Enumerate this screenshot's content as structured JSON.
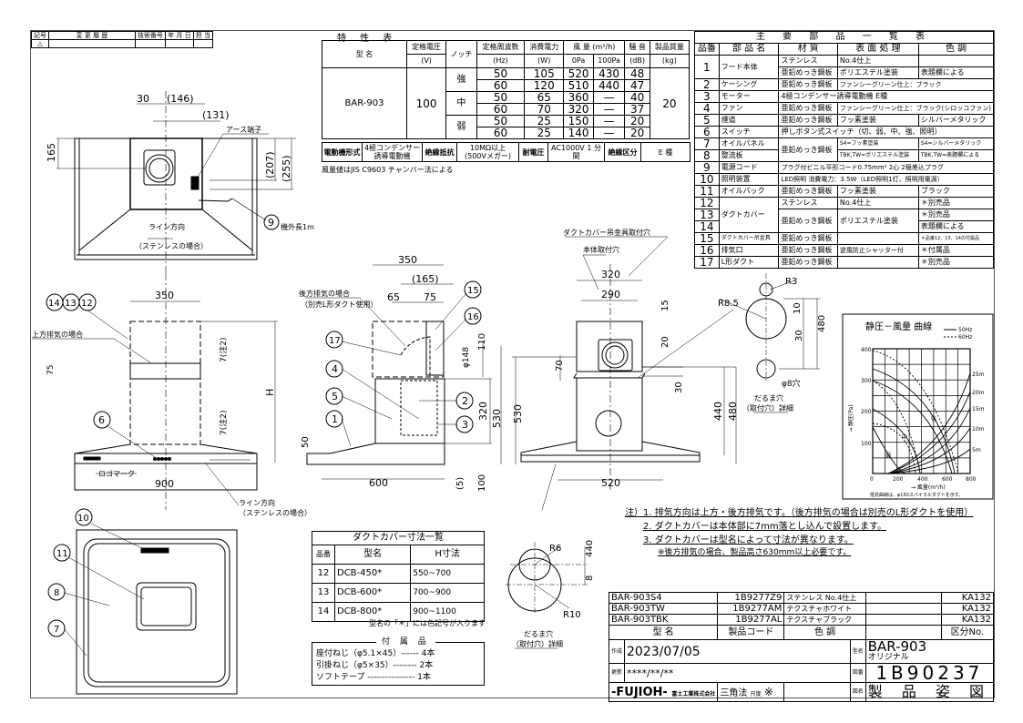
{
  "revision_block": {
    "headers": [
      "記号",
      "変 更 履 歴",
      "技術番号",
      "年 月 日",
      "担 当"
    ],
    "mark": "△"
  },
  "characteristics": {
    "title": "特 性 表",
    "headers": {
      "model": "型 名",
      "voltage": "定格電圧",
      "voltage_unit": "(V)",
      "notch": "ノッチ",
      "freq": "定格周波数",
      "freq_unit": "(Hz)",
      "power": "消費電力",
      "power_unit": "(W)",
      "airflow": "風 量 (m³/h)",
      "pa0": "0Pa",
      "pa100": "100Pa",
      "noise": "騒 音",
      "noise_unit": "(dB)",
      "weight": "製品質量",
      "weight_unit": "(kg)"
    },
    "model": "BAR-903",
    "voltage": "100",
    "weight": "20",
    "rows": [
      {
        "notch": "強",
        "hz": "50",
        "w": "105",
        "q0": "520",
        "q100": "430",
        "db": "48"
      },
      {
        "notch": "強",
        "hz": "60",
        "w": "120",
        "q0": "510",
        "q100": "440",
        "db": "47"
      },
      {
        "notch": "中",
        "hz": "50",
        "w": "65",
        "q0": "360",
        "q100": "—",
        "db": "40"
      },
      {
        "notch": "中",
        "hz": "60",
        "w": "70",
        "q0": "320",
        "q100": "—",
        "db": "37"
      },
      {
        "notch": "弱",
        "hz": "50",
        "w": "25",
        "q0": "150",
        "q100": "—",
        "db": "20"
      },
      {
        "notch": "弱",
        "hz": "60",
        "w": "25",
        "q0": "140",
        "q100": "—",
        "db": "20"
      }
    ],
    "spec": [
      "電動機形式",
      "4極コンデンサー誘導電動機",
      "絶縁抵抗",
      "10MΩ以上 (500Vメガー)",
      "耐電圧",
      "AC1000V 1 分 間",
      "絶縁区分",
      "E 種"
    ],
    "footnote": "風量値はJIS C9603 チャンバー法による"
  },
  "parts": {
    "title": "主 要 部 品 一 覧 表",
    "headers": [
      "品番",
      "部 品 名",
      "材 質",
      "表 面 処 理",
      "色 調"
    ],
    "items": [
      {
        "no": "1",
        "name": "フード本体",
        "mat": "ステンレス",
        "surf": "No.4仕上",
        "color": "",
        "mat2": "亜鉛めっき鋼板",
        "surf2": "ポリエステル塗装",
        "color2": "表題欄による"
      },
      {
        "no": "2",
        "name": "ケーシング",
        "mat": "亜鉛めっき鋼板",
        "surf": "ファンシーグリーン仕上：ブラック"
      },
      {
        "no": "3",
        "name": "モーター",
        "mat": "4極コンデンサー誘導電動機 E種"
      },
      {
        "no": "4",
        "name": "ファン",
        "mat": "亜鉛めっき鋼板",
        "surf": "ファンシーグリーン仕上：ブラック(シロッコファン)"
      },
      {
        "no": "5",
        "name": "煙道",
        "mat": "亜鉛めっき鋼板",
        "surf": "フッ素塗装",
        "color": "シルバーメタリック"
      },
      {
        "no": "6",
        "name": "スイッチ",
        "mat": "押しボタン式スイッチ（切、弱、中、強、照明）"
      },
      {
        "no": "7",
        "name": "オイルパネル",
        "mat": "亜鉛めっき鋼板",
        "surf": "S4=フッ素塗装",
        "color": "S4=シルバーメタリック"
      },
      {
        "no": "8",
        "name": "整流板",
        "surf": "TBK,TW=ポリエステル塗装",
        "color": "TBK,TW=表題欄による"
      },
      {
        "no": "9",
        "name": "電源コード",
        "mat": "プラグ付ビニル平形コード0.75mm² 2心 2極差込プラグ"
      },
      {
        "no": "10",
        "name": "照明装置",
        "mat": "LED照明 消費電力：3.5W（LED照明1灯、照明用電源）"
      },
      {
        "no": "11",
        "name": "オイルパック",
        "mat": "亜鉛めっき鋼板",
        "surf": "フッ素塗装",
        "color": "ブラック"
      },
      {
        "no": "12",
        "name": "ダクトカバー",
        "mat": "ステンレス",
        "surf": "No.4仕上",
        "color": "＊別売品"
      },
      {
        "no": "13",
        "mat": "亜鉛めっき鋼板",
        "surf": "ポリエステル塗装",
        "color": "＊別売品",
        "color2": "表題欄による"
      },
      {
        "no": "14"
      },
      {
        "no": "15",
        "name": "ダクトカバー吊金具",
        "mat": "亜鉛めっき鋼板",
        "surf": "",
        "color": "＊品番12、13、14の付属品"
      },
      {
        "no": "16",
        "name": "排気口",
        "mat": "亜鉛めっき鋼板",
        "surf": "逆風防止シャッター付",
        "color": "＊付属品"
      },
      {
        "no": "17",
        "name": "L形ダクト",
        "mat": "亜鉛めっき鋼板",
        "surf": "",
        "color": "＊別売品"
      }
    ]
  },
  "top_view": {
    "d30": "30",
    "d146": "(146)",
    "d131": "(131)",
    "earth": "アース端子",
    "d165": "165",
    "d207": "(207)",
    "d255": "(255)",
    "callout9": "9",
    "cord": "機外長1m",
    "line_dir": "ライン方向",
    "stainless": "（ステンレスの場合）"
  },
  "front_view": {
    "d350": "350",
    "c14": "14",
    "c13": "13",
    "c12": "12",
    "upward": "上方排気の場合",
    "d75": "75",
    "d7a": "7(注2)",
    "d7b": "7(注2)",
    "H": "H",
    "c6": "6",
    "logo": "ロゴマーク",
    "d900": "900",
    "line_dir": "ライン方向",
    "stainless": "（ステンレスの場合）",
    "c10": "10",
    "c11": "11",
    "c8": "8",
    "c7": "7"
  },
  "side_view": {
    "rear1": "後方排気の場合",
    "rear2": "（別売L形ダクト使用）",
    "d350": "350",
    "d165": "(165)",
    "d65": "65",
    "d75": "75",
    "c15": "15",
    "c16": "16",
    "c17": "17",
    "c4": "4",
    "c5": "5",
    "c1": "1",
    "c2": "2",
    "c3": "3",
    "phi148": "φ148",
    "d110": "110",
    "d320": "320",
    "d530": "530",
    "d50": "50",
    "d600": "600",
    "d5": "(5)",
    "d100": "100"
  },
  "back_view": {
    "hanger": "ダクトカバー吊金具取付穴",
    "body_hole": "本体取付穴",
    "d320": "320",
    "d290": "290",
    "d15": "15",
    "d20": "20",
    "d70": "70",
    "d30": "30",
    "d530": "530",
    "d440": "440",
    "d480": "480",
    "d520": "520"
  },
  "hole_detail_1": {
    "r85": "R8.5",
    "r3": "R3",
    "d10": "10",
    "d30": "30",
    "d480": "480",
    "phi8": "φ8穴",
    "title1": "だるま穴",
    "title2": "（取付穴）詳細"
  },
  "hole_detail_2": {
    "r6": "R6",
    "d440": "440",
    "d8": "8",
    "r10": "R10",
    "title1": "だるま穴",
    "title2": "（取付穴）詳細"
  },
  "graph": {
    "title": "静圧－風量 曲線",
    "legend_50": "50Hz",
    "legend_60": "60Hz",
    "yticks": [
      "400",
      "300",
      "200",
      "100",
      "0"
    ],
    "xticks": [
      "200",
      "400",
      "600",
      "800"
    ],
    "ylabel": "→ 静圧(Pa)",
    "xlabel": "→ 風量(m³/h)",
    "resist": [
      "25m",
      "20m",
      "15m",
      "10m",
      "5m"
    ],
    "notch_labels": [
      "強",
      "中",
      "弱"
    ],
    "footnote": "抵抗曲線は、φ150スパイラルダクトを示す。"
  },
  "notes": [
    "注）1. 排気方向は上方・後方排気です。（後方排気の場合は別売のL形ダクトを使用）",
    "2. ダクトカバーは本体部に7mm落とし込んで設置します。",
    "3. ダクトカバーは型名によって寸法が異なります。",
    "※後方排気の場合、製品高さ630mm以上必要です。"
  ],
  "duct_cover": {
    "title": "ダクトカバー寸法一覧",
    "headers": [
      "品番",
      "型名",
      "H寸法"
    ],
    "rows": [
      {
        "no": "12",
        "model": "DCB-450*",
        "h": "550~700"
      },
      {
        "no": "13",
        "model": "DCB-600*",
        "h": "700~900"
      },
      {
        "no": "14",
        "model": "DCB-800*",
        "h": "900~1100"
      }
    ],
    "note": "型名の「＊」には色記号が入ります"
  },
  "accessories": {
    "title": "付 属 品",
    "items": [
      "座付ねじ（φ5.1×45）------ 4本",
      "引掛ねじ（φ5×35）-------- 2本",
      "ソフトテープ ---------------- 1本"
    ]
  },
  "title_block": {
    "variants": [
      {
        "model": "BAR-903S4",
        "code": "1B9277Z9",
        "color": "ステンレス No.4仕上",
        "div": "KA132"
      },
      {
        "model": "BAR-903TW",
        "code": "1B9277AM",
        "color": "テクスチャホワイト",
        "div": "KA132"
      },
      {
        "model": "BAR-903TBK",
        "code": "1B9277AL",
        "color": "テクスチャブラック",
        "div": "KA132"
      }
    ],
    "headers": {
      "model": "型 名",
      "code": "製品コード",
      "color": "色 調",
      "div": "区分No."
    },
    "created_label": "作成",
    "created": "2023/07/05",
    "updated_label": "更新",
    "updated": "****/**/**",
    "model_label": "型名",
    "model": "BAR-903",
    "model_sub": "オリジナル",
    "drawing_no_label": "図番",
    "drawing_no": "1B90237",
    "company": "-FUJIOH-",
    "company_jp": "富士工業株式会社",
    "projection": "三角法",
    "scale_label": "尺度",
    "scale": "※",
    "drawing_name_label": "図名",
    "drawing_name": "製 品 姿 図"
  }
}
